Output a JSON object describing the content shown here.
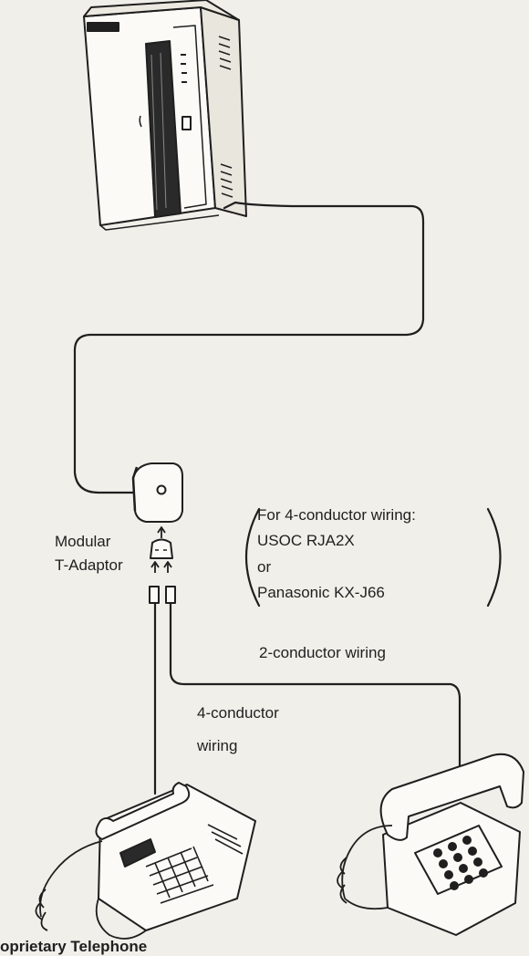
{
  "labels": {
    "modular_line1": "Modular",
    "modular_line2": "T-Adaptor",
    "note_line1": "For 4-conductor wiring:",
    "note_line2": "USOC RJA2X",
    "note_line3": "or",
    "note_line4": "Panasonic KX-J66",
    "two_conductor": "2-conductor wiring",
    "four_conductor_line1": "4-conductor",
    "four_conductor_line2": "wiring",
    "bottom_caption": "Proprietary Telephone"
  },
  "colors": {
    "paper": "#f1efe9",
    "ink": "#1f1f1f"
  }
}
